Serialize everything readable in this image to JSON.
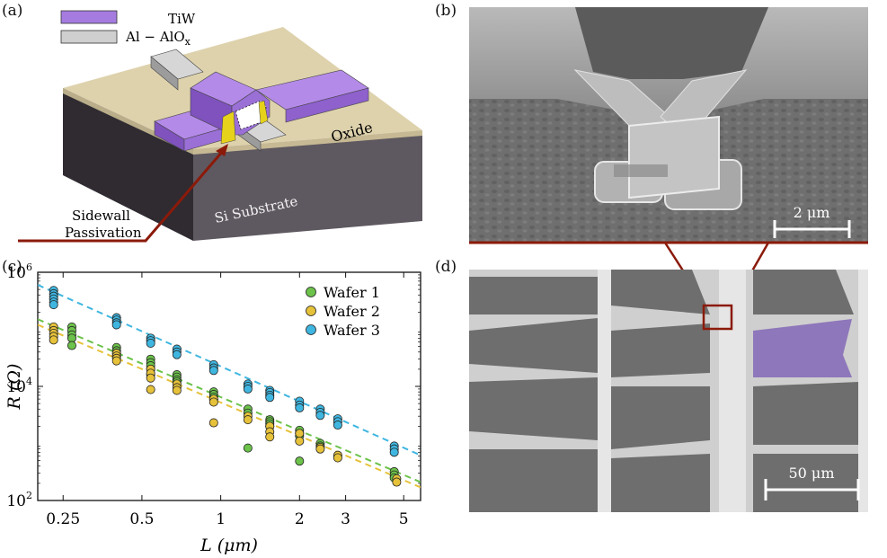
{
  "panels": {
    "a": "(a)",
    "b": "(b)",
    "c": "(c)",
    "d": "(d)"
  },
  "schematic": {
    "legend": [
      {
        "label": "TiW",
        "color": "#a57be0"
      },
      {
        "label": "Al − AlO",
        "sub": "x",
        "color": "#cfcfcf"
      }
    ],
    "oxide_label": "Oxide",
    "substrate_label": "Si Substrate",
    "annotation_line1": "Sidewall",
    "annotation_line2": "Passivation"
  },
  "sem_b": {
    "scale_label": "2 μm"
  },
  "sem_d": {
    "scale_label": "50 μm"
  },
  "colors": {
    "tiw": "#a57be0",
    "al": "#cfcfcf",
    "oxide": "#ded2ad",
    "substrate": "#5e5860",
    "passivation": "#e6d21a",
    "annotation": "#8b1a0a",
    "wafer1": "#6cc24a",
    "wafer2": "#e6c23a",
    "wafer3": "#3fb6e0"
  },
  "chart_data": {
    "type": "scatter",
    "xlabel": "L (μm)",
    "ylabel": "R (Ω)",
    "xscale": "log",
    "yscale": "log",
    "xlim": [
      0.2,
      5.8
    ],
    "ylim": [
      100,
      1000000
    ],
    "xticks": [
      0.25,
      0.5,
      1,
      2,
      3,
      5
    ],
    "xticklabels": [
      "0.25",
      "0.5",
      "1",
      "2",
      "3",
      "5"
    ],
    "yticks": [
      100,
      10000,
      1000000
    ],
    "yticklabels": [
      {
        "base": "10",
        "exp": "2"
      },
      {
        "base": "10",
        "exp": "4"
      },
      {
        "base": "10",
        "exp": "6"
      }
    ],
    "legend_position": "top-right",
    "series": [
      {
        "name": "Wafer 1",
        "color": "#6cc24a",
        "points": [
          [
            0.27,
            110000
          ],
          [
            0.27,
            95000
          ],
          [
            0.27,
            80000
          ],
          [
            0.27,
            70000
          ],
          [
            0.27,
            52000
          ],
          [
            0.4,
            48000
          ],
          [
            0.4,
            42000
          ],
          [
            0.4,
            38000
          ],
          [
            0.4,
            34000
          ],
          [
            0.54,
            30000
          ],
          [
            0.54,
            26000
          ],
          [
            0.54,
            23000
          ],
          [
            0.54,
            20000
          ],
          [
            0.54,
            16000
          ],
          [
            0.68,
            16000
          ],
          [
            0.68,
            14500
          ],
          [
            0.68,
            13000
          ],
          [
            0.68,
            12000
          ],
          [
            0.94,
            8000
          ],
          [
            0.94,
            7200
          ],
          [
            0.94,
            6500
          ],
          [
            0.94,
            5900
          ],
          [
            1.27,
            4000
          ],
          [
            1.27,
            3400
          ],
          [
            1.27,
            830
          ],
          [
            1.54,
            2600
          ],
          [
            1.54,
            2400
          ],
          [
            1.54,
            2200
          ],
          [
            1.54,
            2000
          ],
          [
            2.0,
            1700
          ],
          [
            2.0,
            1500
          ],
          [
            2.0,
            1350
          ],
          [
            2.0,
            490
          ],
          [
            2.4,
            1000
          ],
          [
            2.4,
            900
          ],
          [
            4.6,
            320
          ],
          [
            4.6,
            280
          ],
          [
            4.6,
            250
          ]
        ]
      },
      {
        "name": "Wafer 2",
        "color": "#e6c23a",
        "points": [
          [
            0.23,
            110000
          ],
          [
            0.23,
            95000
          ],
          [
            0.23,
            85000
          ],
          [
            0.23,
            75000
          ],
          [
            0.23,
            65000
          ],
          [
            0.4,
            38000
          ],
          [
            0.4,
            34000
          ],
          [
            0.4,
            31000
          ],
          [
            0.4,
            28000
          ],
          [
            0.54,
            20000
          ],
          [
            0.54,
            17000
          ],
          [
            0.54,
            14000
          ],
          [
            0.54,
            8800
          ],
          [
            0.68,
            11000
          ],
          [
            0.68,
            9500
          ],
          [
            0.68,
            8500
          ],
          [
            0.94,
            6000
          ],
          [
            0.94,
            5300
          ],
          [
            0.94,
            2300
          ],
          [
            1.27,
            3000
          ],
          [
            1.27,
            2600
          ],
          [
            1.54,
            2000
          ],
          [
            1.54,
            1600
          ],
          [
            1.54,
            1300
          ],
          [
            2.0,
            1500
          ],
          [
            2.0,
            1100
          ],
          [
            2.4,
            850
          ],
          [
            2.4,
            800
          ],
          [
            2.8,
            620
          ],
          [
            2.8,
            560
          ],
          [
            4.7,
            240
          ],
          [
            4.7,
            210
          ]
        ]
      },
      {
        "name": "Wafer 3",
        "color": "#3fb6e0",
        "points": [
          [
            0.23,
            480000
          ],
          [
            0.23,
            420000
          ],
          [
            0.23,
            380000
          ],
          [
            0.23,
            340000
          ],
          [
            0.23,
            300000
          ],
          [
            0.23,
            270000
          ],
          [
            0.4,
            160000
          ],
          [
            0.4,
            145000
          ],
          [
            0.4,
            130000
          ],
          [
            0.4,
            120000
          ],
          [
            0.54,
            70000
          ],
          [
            0.54,
            63000
          ],
          [
            0.54,
            57000
          ],
          [
            0.68,
            45000
          ],
          [
            0.68,
            40000
          ],
          [
            0.68,
            36000
          ],
          [
            0.94,
            24000
          ],
          [
            0.94,
            21000
          ],
          [
            0.94,
            19000
          ],
          [
            1.27,
            11000
          ],
          [
            1.27,
            10000
          ],
          [
            1.27,
            9000
          ],
          [
            1.54,
            8500
          ],
          [
            1.54,
            7800
          ],
          [
            1.54,
            7000
          ],
          [
            1.54,
            6400
          ],
          [
            2.0,
            5500
          ],
          [
            2.0,
            4700
          ],
          [
            2.0,
            4200
          ],
          [
            2.4,
            4000
          ],
          [
            2.4,
            3500
          ],
          [
            2.4,
            3100
          ],
          [
            2.8,
            2700
          ],
          [
            2.8,
            2400
          ],
          [
            2.8,
            2100
          ],
          [
            4.6,
            900
          ],
          [
            4.6,
            800
          ],
          [
            4.6,
            700
          ]
        ]
      }
    ],
    "fits": [
      {
        "series": "Wafer 3",
        "color": "#3fb6e0",
        "from": [
          0.2,
          600000
        ],
        "to": [
          5.8,
          620
        ]
      },
      {
        "series": "Wafer 1",
        "color": "#6cc24a",
        "from": [
          0.2,
          150000
        ],
        "to": [
          5.8,
          210
        ]
      },
      {
        "series": "Wafer 2",
        "color": "#e6c23a",
        "from": [
          0.2,
          120000
        ],
        "to": [
          5.8,
          170
        ]
      }
    ]
  }
}
